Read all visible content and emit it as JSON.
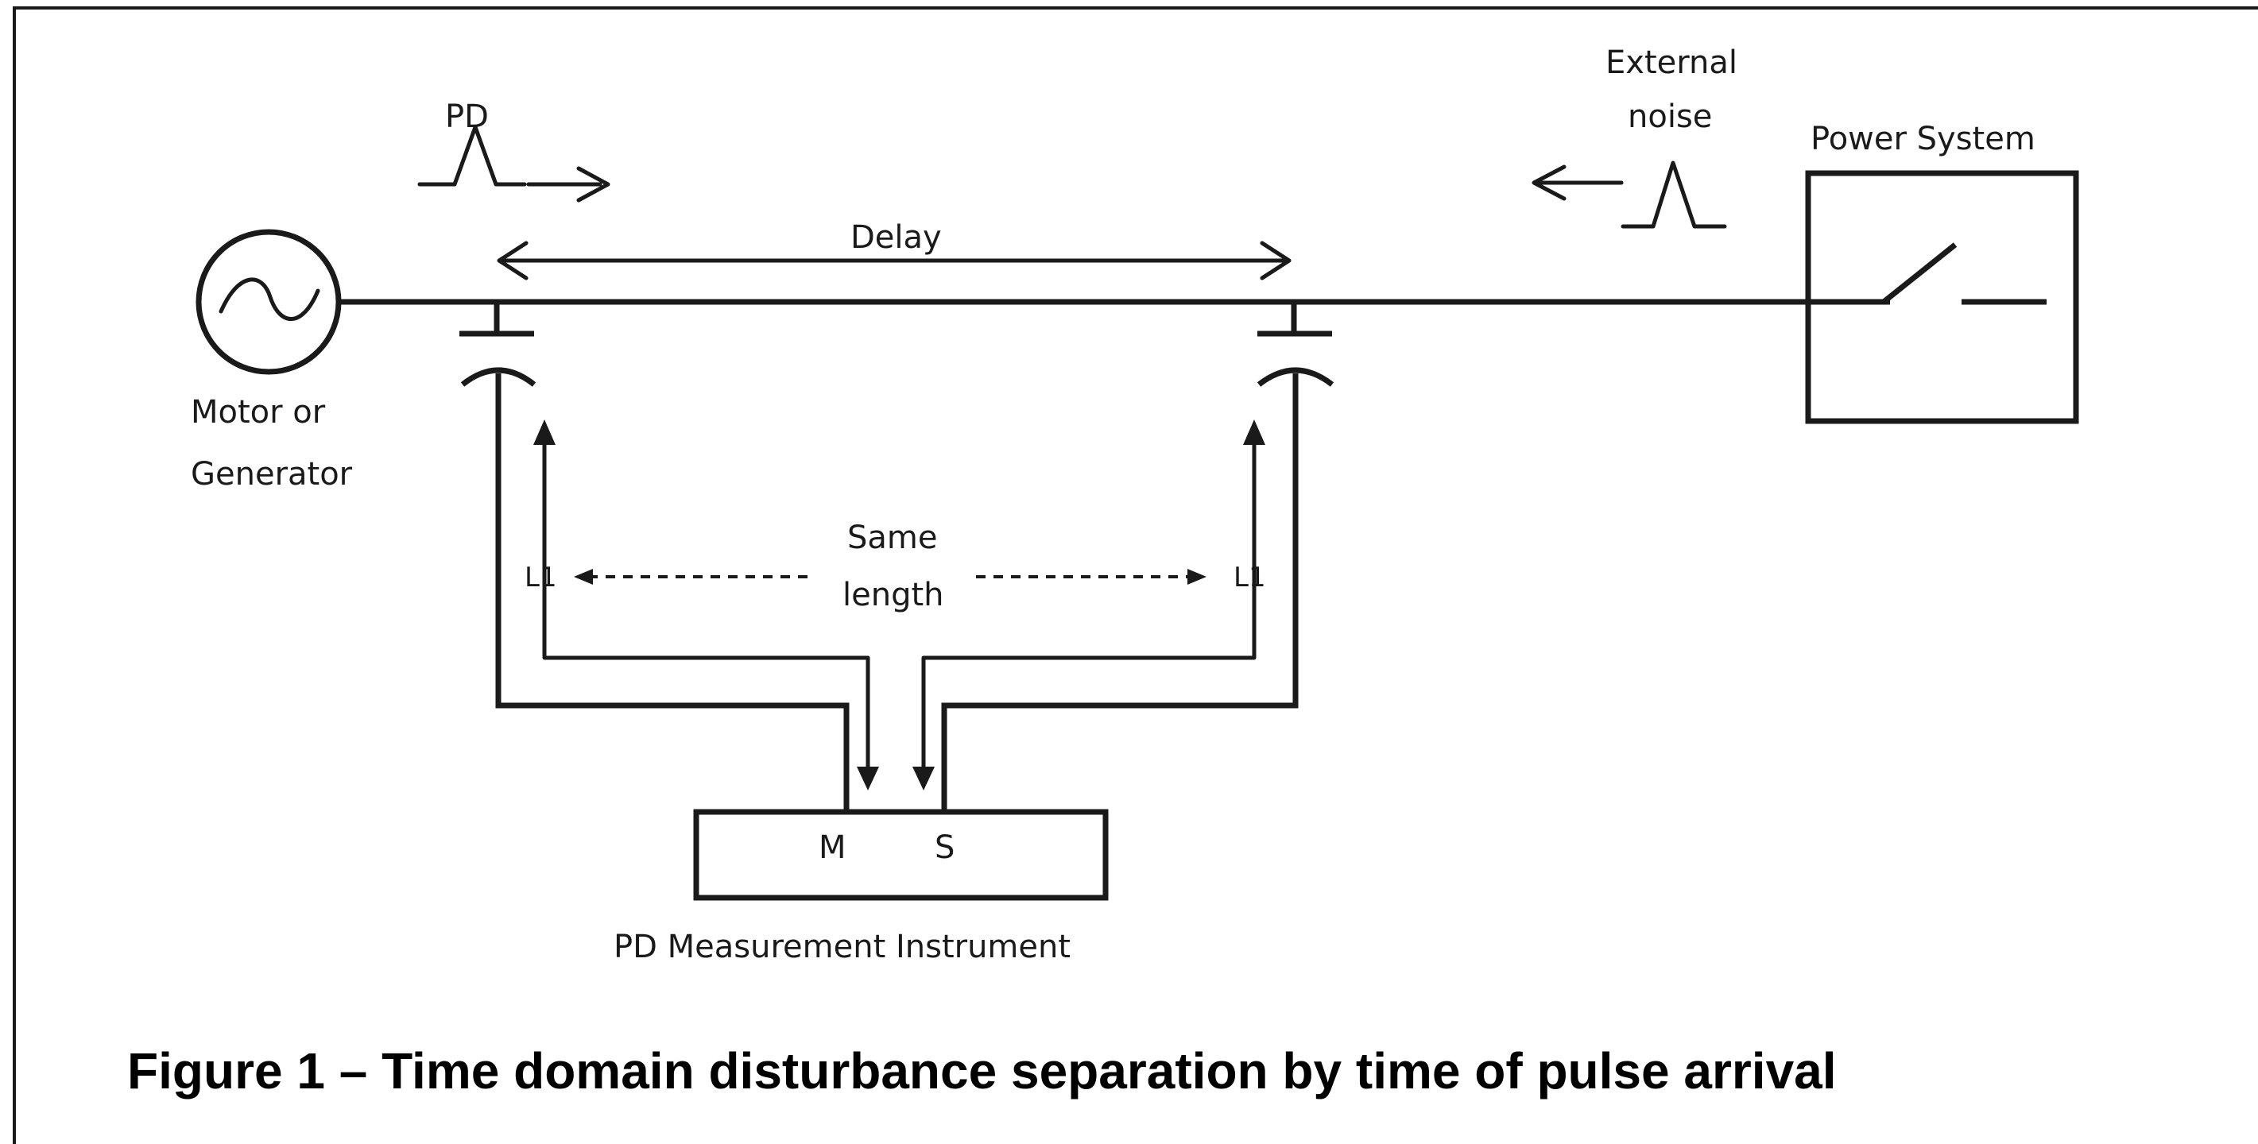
{
  "labels": {
    "pd": "PD",
    "delay": "Delay",
    "external_noise_line1": "External",
    "external_noise_line2": "noise",
    "power_system": "Power System",
    "motor_line1": "Motor or",
    "motor_line2": "Generator",
    "same_length_line1": "Same",
    "same_length_line2": "length",
    "l1_left": "L1",
    "l1_right": "L1",
    "port_m": "M",
    "port_s": "S",
    "instrument": "PD Measurement Instrument"
  },
  "caption": "Figure 1 – Time domain disturbance separation by time of pulse arrival"
}
